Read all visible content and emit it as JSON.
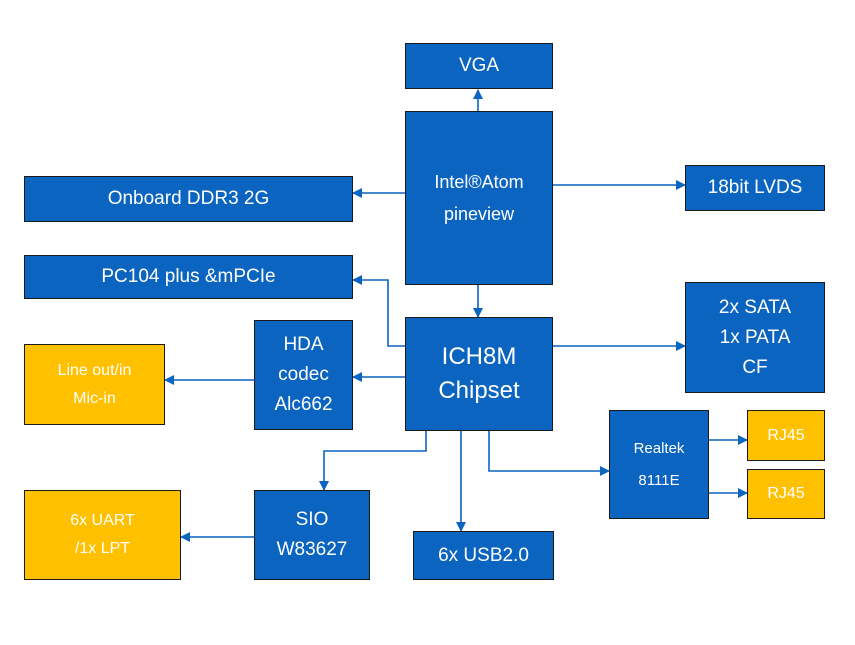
{
  "colors": {
    "block_blue": "#0a64c0",
    "block_gold": "#ffc000",
    "connector": "#0a64c0",
    "border": "#1a1a1a"
  },
  "blocks": {
    "vga": {
      "lines": [
        "VGA"
      ]
    },
    "cpu": {
      "lines": [
        "Intel®Atom",
        "pineview"
      ]
    },
    "ddr3": {
      "lines": [
        "Onboard DDR3 2G"
      ]
    },
    "lvds": {
      "lines": [
        "18bit LVDS"
      ]
    },
    "pc104": {
      "lines": [
        "PC104 plus &mPCIe"
      ]
    },
    "ich8m": {
      "lines": [
        "ICH8M",
        "Chipset"
      ]
    },
    "storage": {
      "lines": [
        "2x SATA",
        "1x PATA",
        "CF"
      ]
    },
    "hda": {
      "lines": [
        "HDA",
        "codec",
        "Alc662"
      ]
    },
    "audio": {
      "lines": [
        "Line out/in",
        "Mic-in"
      ]
    },
    "realtek": {
      "lines": [
        "Realtek",
        "8111E"
      ]
    },
    "rj45_1": {
      "lines": [
        "RJ45"
      ]
    },
    "rj45_2": {
      "lines": [
        "RJ45"
      ]
    },
    "sio": {
      "lines": [
        "SIO",
        "W83627"
      ]
    },
    "uart": {
      "lines": [
        "6x UART",
        "/1x LPT"
      ]
    },
    "usb": {
      "lines": [
        "6x USB2.0"
      ]
    }
  }
}
